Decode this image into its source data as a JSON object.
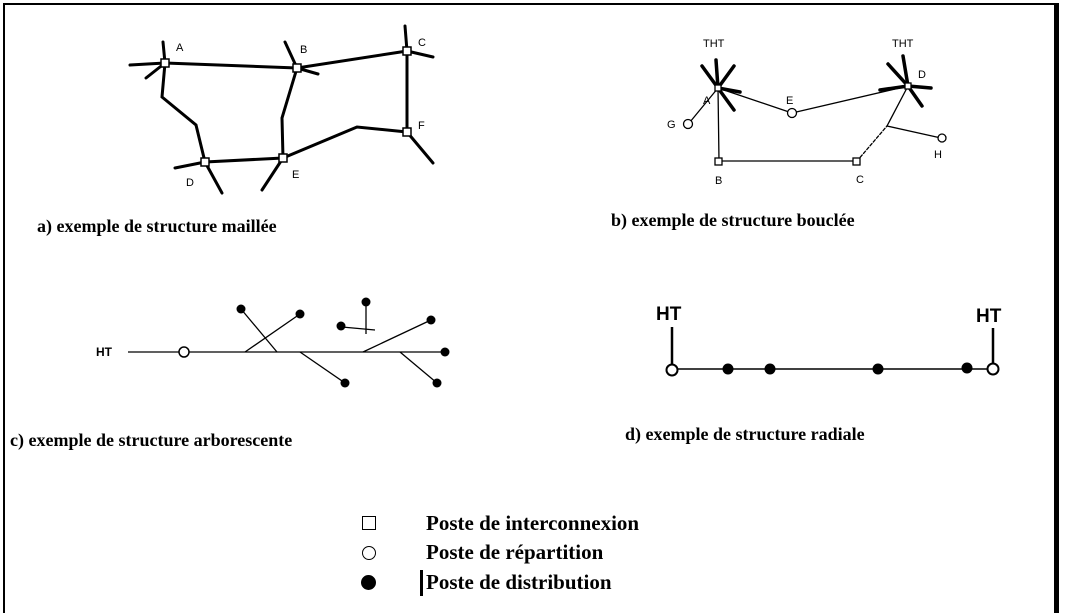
{
  "panels": {
    "a": {
      "caption": "a) exemple de structure maillée",
      "nodes": [
        "A",
        "B",
        "C",
        "D",
        "E",
        "F"
      ]
    },
    "b": {
      "caption": "b) exemple de structure bouclée",
      "sources": [
        "THT",
        "THT"
      ],
      "nodes": [
        "A",
        "B",
        "C",
        "D",
        "E",
        "G",
        "H"
      ]
    },
    "c": {
      "caption": "c) exemple de structure arborescente",
      "source": "HT"
    },
    "d": {
      "caption": "d) exemple de structure radiale",
      "sources": [
        "HT",
        "HT"
      ]
    }
  },
  "legend": [
    {
      "symbol": "open-square",
      "label": "Poste de interconnexion"
    },
    {
      "symbol": "open-circle",
      "label": "Poste de répartition"
    },
    {
      "symbol": "filled-circle",
      "label": "Poste de distribution"
    }
  ]
}
